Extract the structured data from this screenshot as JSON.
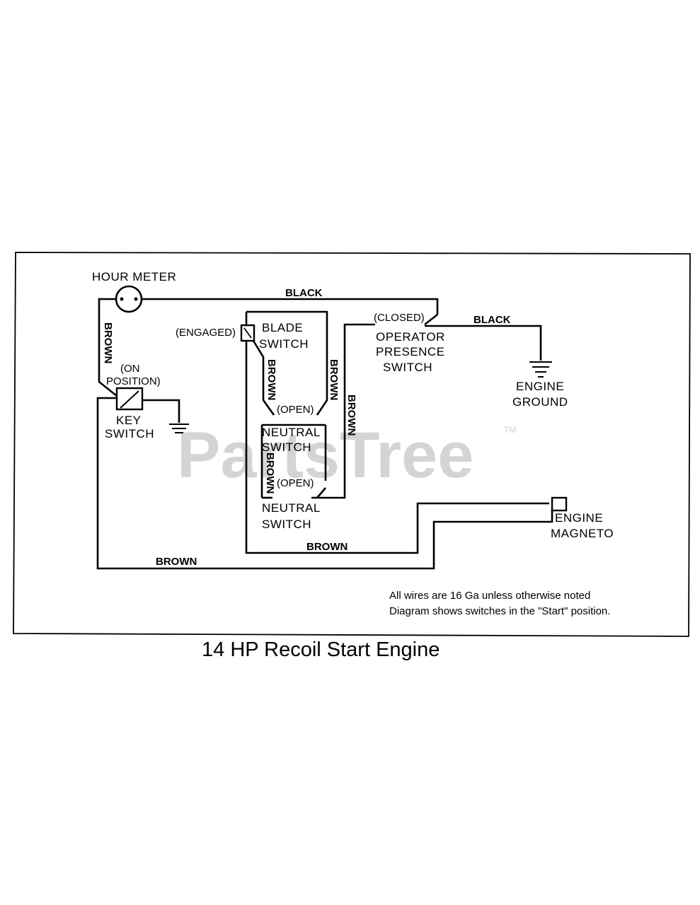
{
  "diagram": {
    "components": {
      "hour_meter": "HOUR METER",
      "blade_switch_line1": "BLADE",
      "blade_switch_line2": "SWITCH",
      "blade_switch_state": "(ENGAGED)",
      "key_switch_state_line1": "(ON",
      "key_switch_state_line2": "POSITION)",
      "key_switch_line1": "KEY",
      "key_switch_line2": "SWITCH",
      "operator_state": "(CLOSED)",
      "operator_line1": "OPERATOR",
      "operator_line2": "PRESENCE",
      "operator_line3": "SWITCH",
      "engine_ground_line1": "ENGINE",
      "engine_ground_line2": "GROUND",
      "neutral1_state": "(OPEN)",
      "neutral1_line1": "NEUTRAL",
      "neutral1_line2": "SWITCH",
      "neutral2_state": "(OPEN)",
      "neutral2_line1": "NEUTRAL",
      "neutral2_line2": "SWITCH",
      "magneto_line1": "ENGINE",
      "magneto_line2": "MAGNETO"
    },
    "wires": {
      "black_top": "BLACK",
      "black_ground": "BLACK",
      "brown_left_vertical": "BROWN",
      "brown_blade_diag": "BROWN",
      "brown_blade_right": "BROWN",
      "brown_long_vertical": "BROWN",
      "brown_neutral_inner": "BROWN",
      "brown_bottom_inner": "BROWN",
      "brown_bottom_outer": "BROWN"
    },
    "notes": {
      "line1": "All wires are 16 Ga  unless otherwise noted",
      "line2": "Diagram shows switches in the \"Start\" position."
    },
    "watermark": "PartsTree",
    "trademark": "TM"
  },
  "caption": "14 HP Recoil Start Engine"
}
